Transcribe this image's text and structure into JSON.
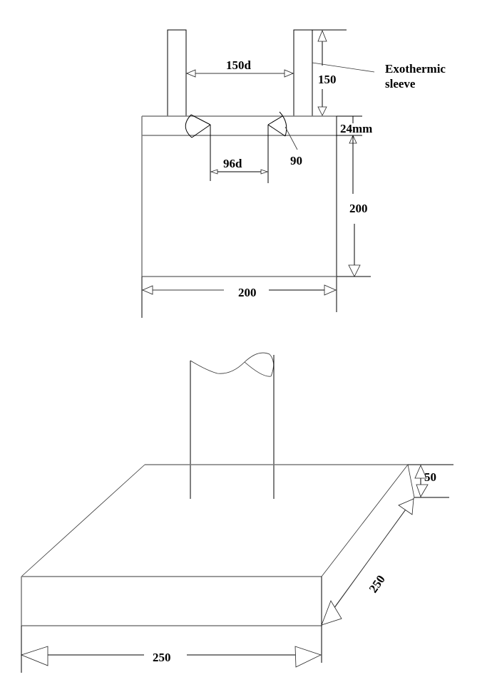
{
  "figure": {
    "top_view": {
      "name": "casting mould with two risers (front view)",
      "labels": {
        "riser_spacing": "150d",
        "riser_height": "150",
        "sleeve_callout_line1": "Exothermic",
        "sleeve_callout_line2": "sleeve",
        "neck_thickness": "24mm",
        "gate_spacing": "96d",
        "angle": "90",
        "block_height": "200",
        "block_width": "200"
      }
    },
    "bottom_view": {
      "name": "plate casting with sprue (isometric view)",
      "labels": {
        "plate_thickness": "50",
        "plate_depth": "250",
        "plate_width": "250"
      }
    }
  }
}
